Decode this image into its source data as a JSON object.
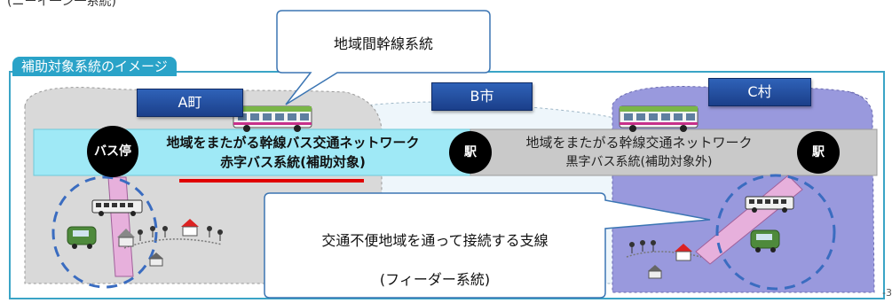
{
  "header_fragment": "(ニーイ一ン一系統)",
  "frame_title": "補助対象系統のイメージ",
  "areas": {
    "a_town": "A町",
    "b_city": "B市",
    "c_village": "C村"
  },
  "callout_top": "地域間幹線系統",
  "band_left": {
    "line1": "地域をまたがる幹線バス交通ネットワーク",
    "line2": "赤字バス系統(補助対象)"
  },
  "band_right": {
    "line1": "地域をまたがる幹線交通ネットワーク",
    "line2": "黒字バス系統(補助対象外)"
  },
  "stops": {
    "bus_stop": "バス停",
    "station_b": "駅",
    "station_c": "駅"
  },
  "callout_bottom": {
    "line1": "交通不便地域を通って接続する支線",
    "line2": "(フィーダー系統)"
  },
  "page_number": "-3",
  "colors": {
    "frame": "#3aa4c6",
    "band_left": "#9fe9f6",
    "band_right": "#c9c9c9",
    "region_a": "#d9d9d9",
    "region_c": "#9999dd",
    "underline": "#e00000",
    "feeder": "#e7b0dc",
    "pill": "#1f4fa8"
  }
}
